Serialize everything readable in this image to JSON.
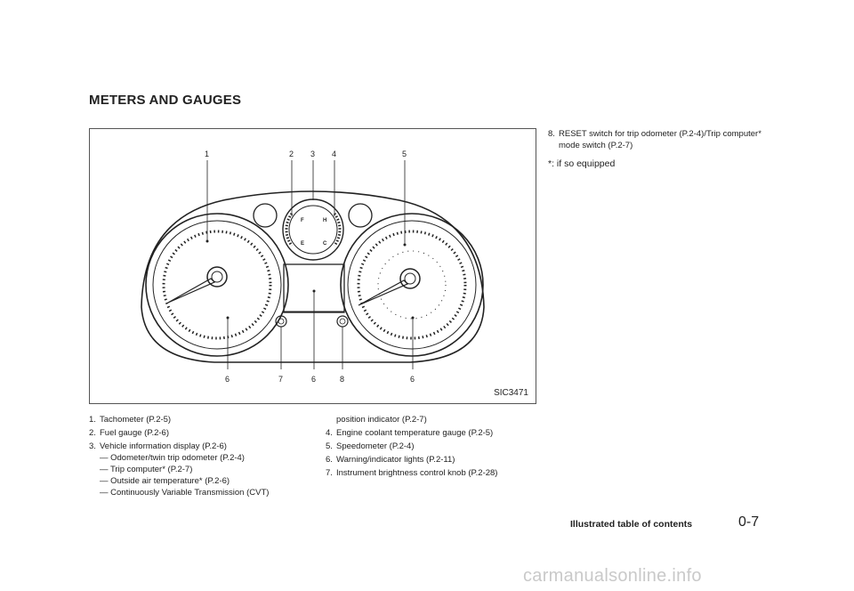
{
  "heading": "METERS AND GAUGES",
  "figure": {
    "code": "SIC3471",
    "callouts_top": [
      "1",
      "2",
      "3",
      "4",
      "5"
    ],
    "callouts_bottom": [
      "6",
      "7",
      "6",
      "8",
      "6"
    ],
    "gauge_labels": {
      "full": "F",
      "empty": "E",
      "hot": "H",
      "cold": "C"
    }
  },
  "items_left": [
    {
      "num": "1.",
      "text": "Tachometer (P.2-5)"
    },
    {
      "num": "2.",
      "text": "Fuel gauge (P.2-6)"
    },
    {
      "num": "3.",
      "text": "Vehicle information display (P.2-6)"
    }
  ],
  "item3_sub": [
    "— Odometer/twin trip odometer (P.2-4)",
    "— Trip computer* (P.2-7)",
    "— Outside air temperature* (P.2-6)",
    "— Continuously Variable Transmission (CVT)"
  ],
  "item3_continued": "position indicator (P.2-7)",
  "items_mid": [
    {
      "num": "4.",
      "text": "Engine coolant temperature gauge (P.2-5)"
    },
    {
      "num": "5.",
      "text": "Speedometer (P.2-4)"
    },
    {
      "num": "6.",
      "text": "Warning/indicator lights (P.2-11)"
    },
    {
      "num": "7.",
      "text": "Instrument brightness control knob (P.2-28)"
    }
  ],
  "item8": {
    "num": "8.",
    "text": "RESET switch for trip odometer (P.2-4)/Trip computer* mode switch (P.2-7)"
  },
  "footnote": "*: if so equipped",
  "footer": {
    "section": "Illustrated table of contents",
    "page": "0-7"
  },
  "watermark": "carmanualsonline.info"
}
